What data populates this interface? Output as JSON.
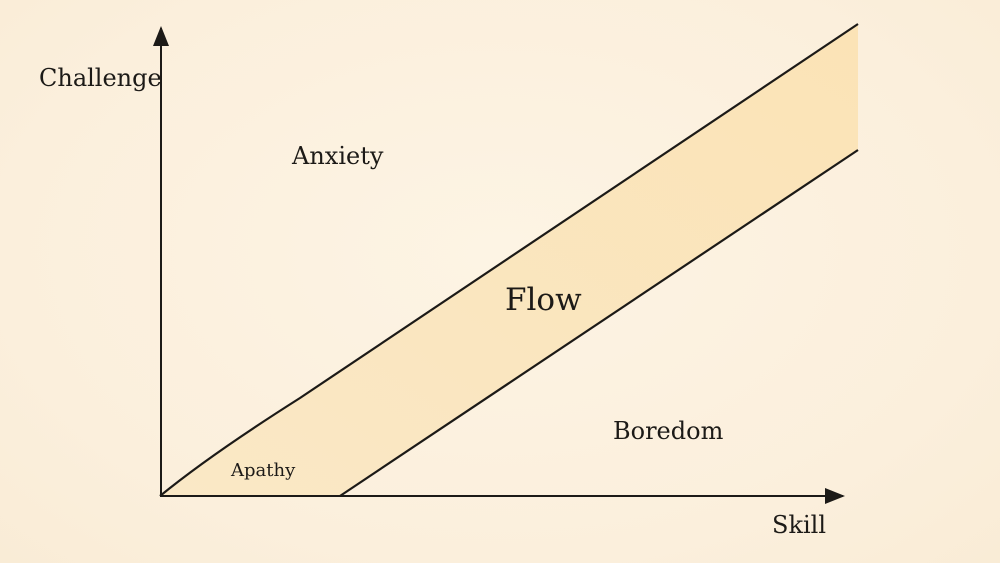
{
  "axes": {
    "y_label": "Challenge",
    "x_label": "Skill"
  },
  "regions": {
    "anxiety": "Anxiety",
    "flow": "Flow",
    "boredom": "Boredom",
    "apathy": "Apathy"
  },
  "colors": {
    "background": "#fcf1df",
    "flow_band": "#fbe6bd",
    "ink": "#1c1a17"
  }
}
